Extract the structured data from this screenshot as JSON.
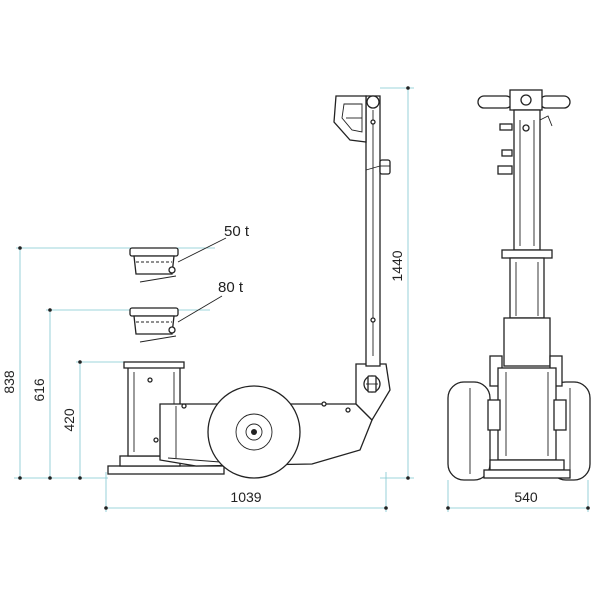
{
  "labels": {
    "saddle_50t": "50 t",
    "saddle_80t": "80 t"
  },
  "dimensions": {
    "height_838": "838",
    "height_616": "616",
    "height_420": "420",
    "handle_height": "1440",
    "length": "1039",
    "width": "540"
  },
  "colors": {
    "line": "#222222",
    "dimension_line": "#7ec7cf"
  }
}
